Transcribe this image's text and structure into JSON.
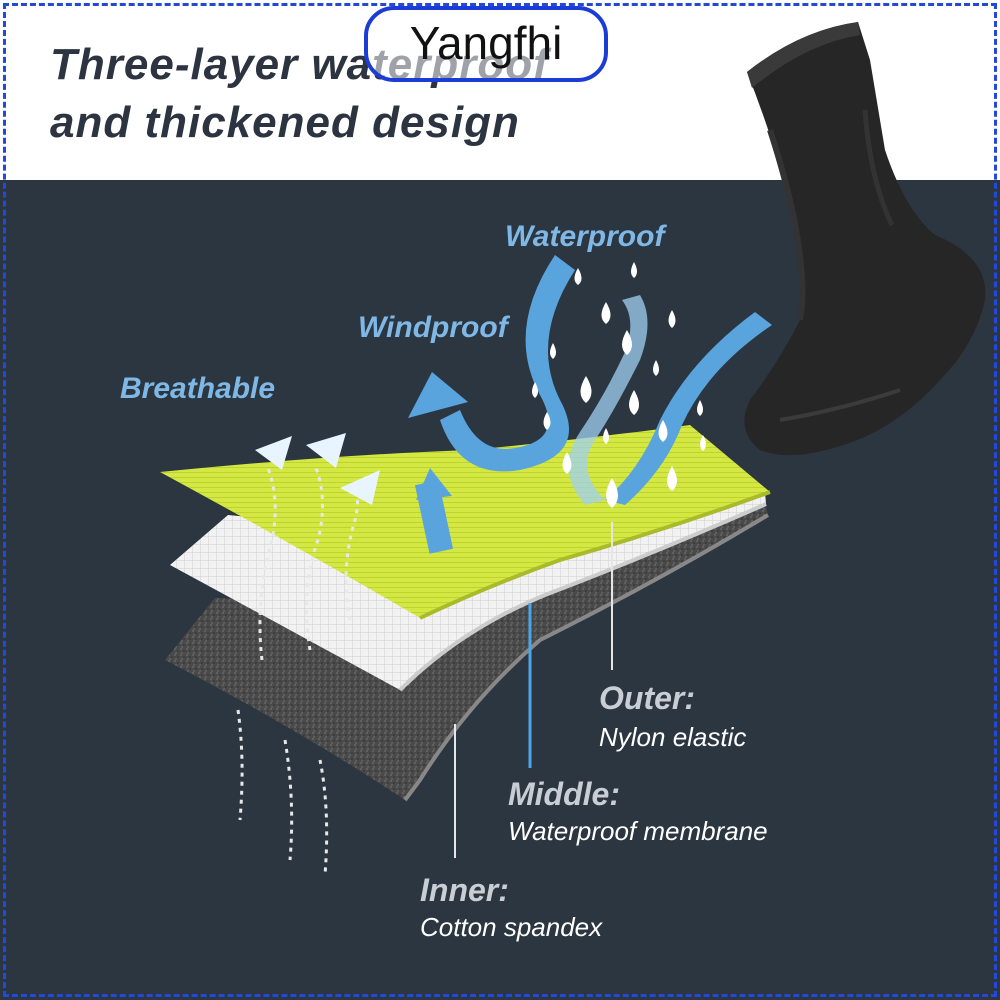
{
  "brand": {
    "name": "Yangfhi"
  },
  "title": {
    "line1": "Three-layer waterproof",
    "line2": "and thickened design"
  },
  "features": {
    "waterproof": "Waterproof",
    "windproof": "Windproof",
    "breathable": "Breathable"
  },
  "layers": {
    "outer": {
      "name": "Outer:",
      "description": "Nylon elastic"
    },
    "middle": {
      "name": "Middle:",
      "description": "Waterproof membrane"
    },
    "inner": {
      "name": "Inner:",
      "description": "Cotton spandex"
    }
  },
  "colors": {
    "panel_background": "#2c3640",
    "title_text": "#2b3440",
    "feature_text": "#7fb8e6",
    "outer_layer": "#d7ea4a",
    "middle_layer": "#f2f2f2",
    "inner_layer": "#4a4a4a",
    "arrow_blue": "#5aa4de",
    "badge_border": "#1c3cd6",
    "dashed_border": "#2448d8"
  },
  "icons": {
    "arrows": "curved-arrow-icon",
    "droplets": "water-drop-icon",
    "breath": "upward-triangle-icon"
  }
}
